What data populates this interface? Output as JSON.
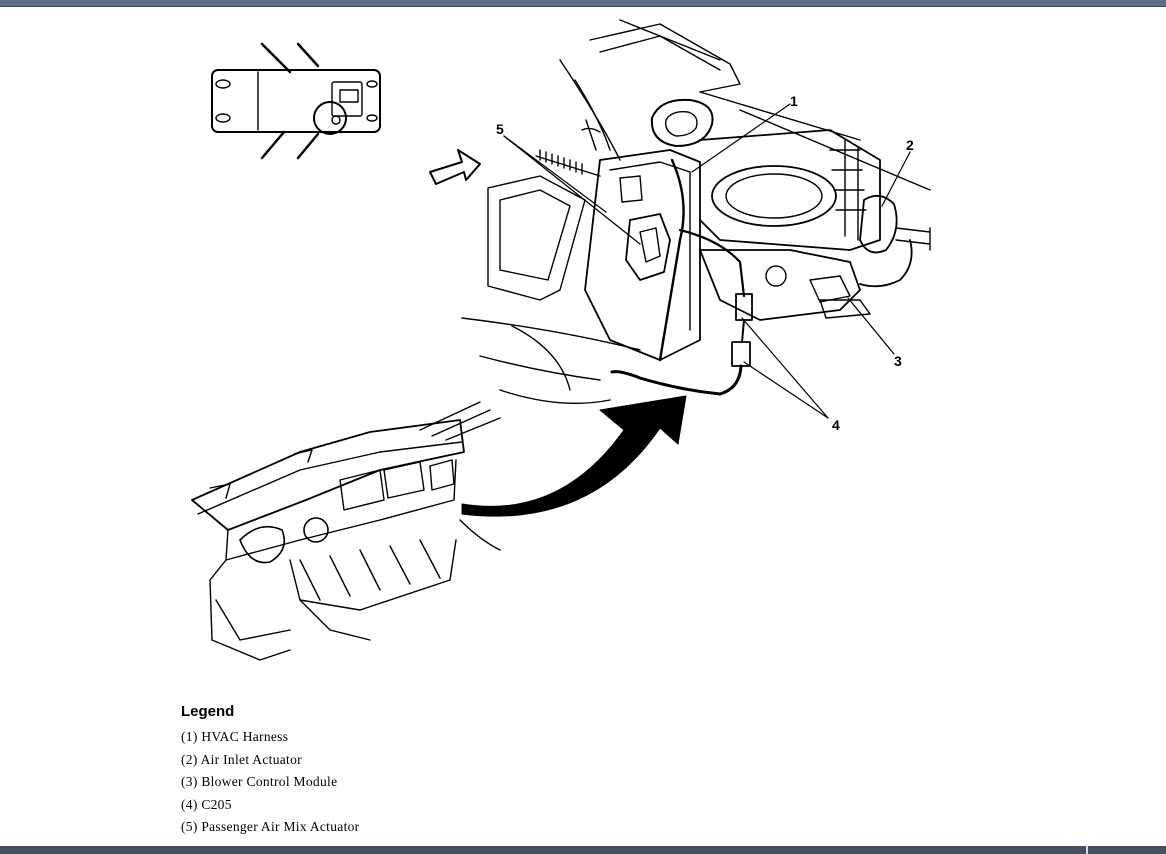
{
  "diagram": {
    "callouts": [
      "1",
      "2",
      "3",
      "4",
      "5"
    ]
  },
  "legend": {
    "title": "Legend",
    "items": [
      "(1) HVAC Harness",
      "(2) Air Inlet Actuator",
      "(3) Blower Control Module",
      "(4) C205",
      "(5) Passenger Air Mix Actuator"
    ]
  },
  "colors": {
    "top_bar": "#5f6f86",
    "bottom_bar": "#46505e",
    "line_art": "#000000"
  }
}
